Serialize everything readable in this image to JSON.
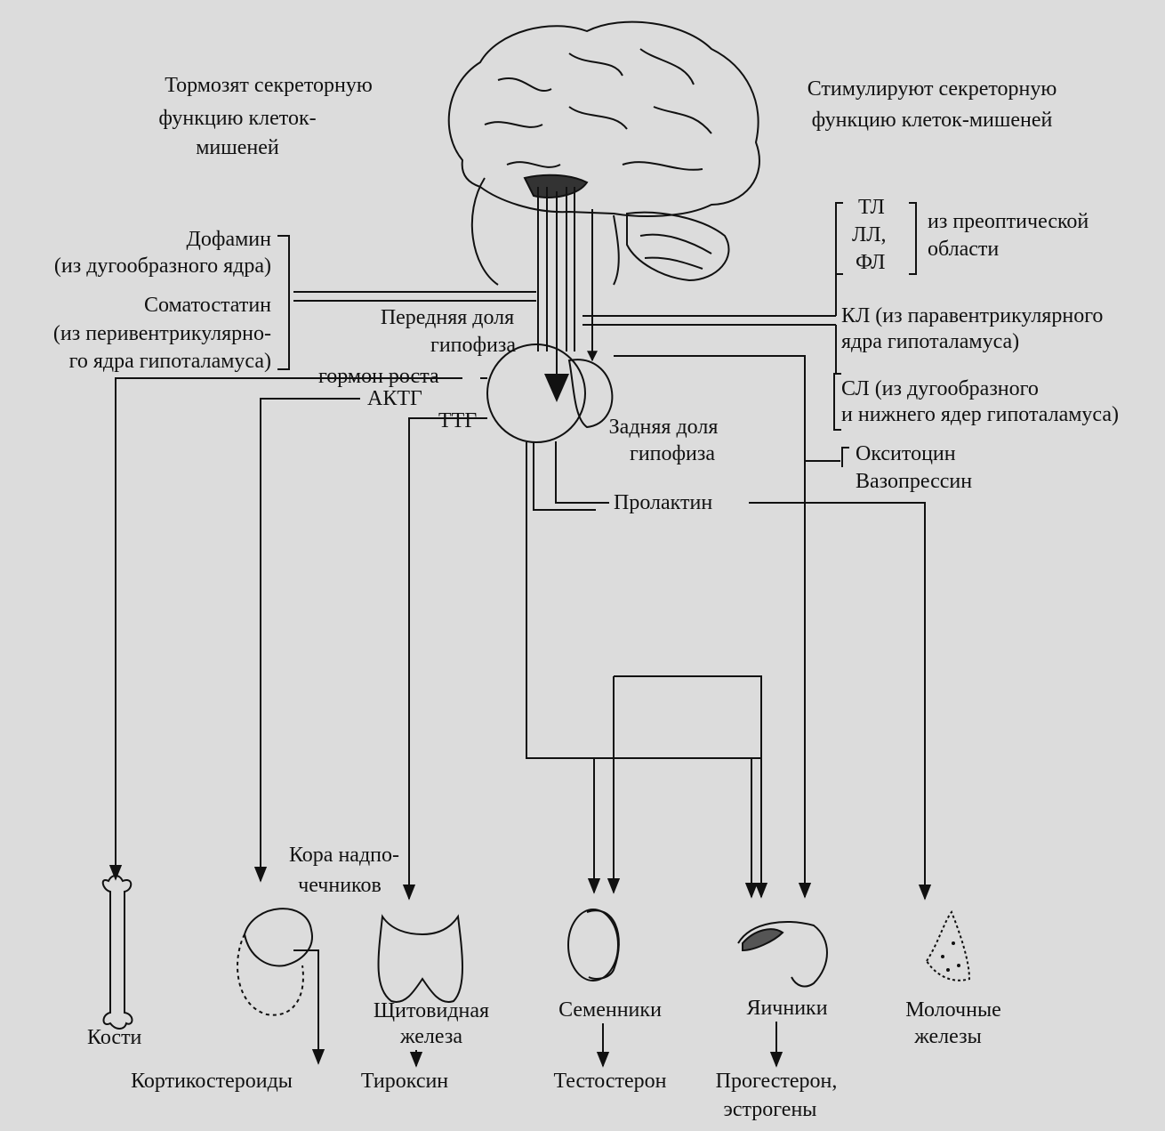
{
  "headers": {
    "inhibit": [
      "Тормозят секреторную",
      "функцию клеток-",
      "мишеней"
    ],
    "stimulate": [
      "Стимулируют секреторную",
      "функцию клеток-мишеней"
    ]
  },
  "left": {
    "dopamine": [
      "Дофамин",
      "(из дугообразного ядра)"
    ],
    "somatostatin": [
      "Соматостатин",
      "(из перивентрикулярно-",
      "го ядра гипоталамуса)"
    ]
  },
  "right": {
    "tl_group": [
      "ТЛ",
      "ЛЛ,",
      "ФЛ"
    ],
    "preoptic": [
      "из преоптической",
      "области"
    ],
    "kl": [
      "КЛ (из паравентрикулярного",
      "ядра гипоталамуса)"
    ],
    "sl": [
      "СЛ (из дугообразного",
      "и нижнего ядер гипоталамуса)"
    ],
    "posterior_hormones": [
      "Окситоцин",
      "Вазопрессин"
    ]
  },
  "pituitary": {
    "anterior": [
      "Передняя доля",
      "гипофиза"
    ],
    "posterior": [
      "Задняя доля",
      "гипофиза"
    ]
  },
  "hormones": {
    "growth": "гормон роста",
    "actg": "АКТГ",
    "ttg": "ТТГ",
    "prolactin": "Пролактин"
  },
  "targets": {
    "adrenal": [
      "Кора надпо-",
      "чечников"
    ],
    "bones": "Кости",
    "thyroid": [
      "Щитовидная",
      "железа"
    ],
    "testes": "Семенники",
    "ovaries": "Яичники",
    "mammary": [
      "Молочные",
      "железы"
    ]
  },
  "outputs": {
    "corticosteroids": "Кортикостероиды",
    "thyroxine": "Тироксин",
    "testosterone": "Тестостерон",
    "ovary_out": [
      "Прогестерон,",
      "эстрогены"
    ]
  },
  "colors": {
    "ink": "#111111",
    "paper": "#dcdcdc"
  }
}
